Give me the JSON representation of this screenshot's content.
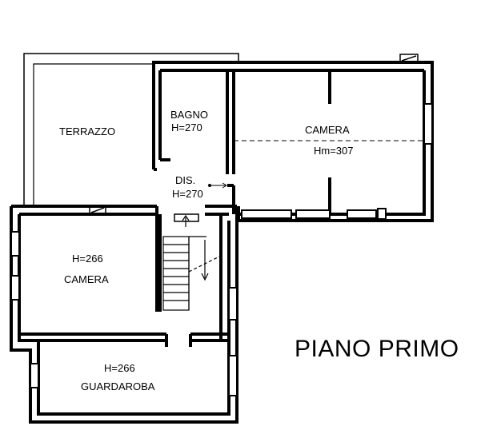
{
  "title": "PIANO PRIMO",
  "rooms": {
    "terrazzo": {
      "name": "TERRAZZO"
    },
    "bagno": {
      "name": "BAGNO",
      "height": "H=270"
    },
    "camera_large": {
      "name": "CAMERA",
      "height": "Hm=307"
    },
    "dis": {
      "name": "DIS.",
      "height": "H=270"
    },
    "camera_small": {
      "name": "CAMERA",
      "height": "H=266"
    },
    "guardaroba": {
      "name": "GUARDAROBA",
      "height": "H=266"
    }
  }
}
